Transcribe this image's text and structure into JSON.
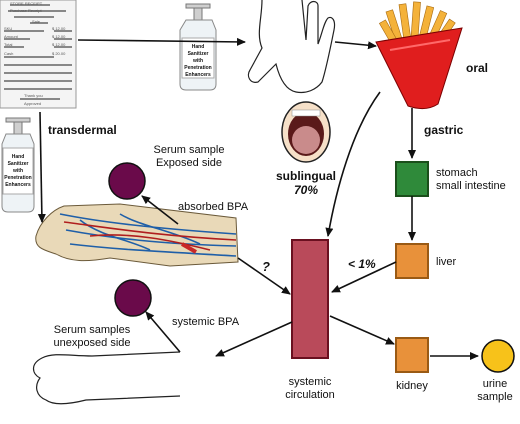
{
  "receipt": {
    "header_lines": [
      "STORE RECEIPT",
      "Purchase Receipt",
      "Sale"
    ],
    "rows": [
      [
        "SKU",
        "$ 12.00"
      ],
      [
        "Amount",
        "$ 12.00"
      ],
      [
        "Total",
        "$ 12.00"
      ],
      [
        "Cash",
        "$ 20.00"
      ]
    ],
    "footer_lines": [
      "Thank you",
      "Approved"
    ]
  },
  "bottle_label": [
    "Hand",
    "Sanitizer",
    "with",
    "Penetration",
    "Enhancers"
  ],
  "labels": {
    "transdermal": "transdermal",
    "oral": "oral",
    "gastric": "gastric",
    "sublingual": "sublingual",
    "sublingual_pct": "70%",
    "stomach_line1": "stomach",
    "stomach_line2": "small intestine",
    "liver": "liver",
    "less_than": "< 1%",
    "question": "?",
    "kidney": "kidney",
    "urine_line1": "urine",
    "urine_line2": "sample",
    "systemic_line1": "systemic",
    "systemic_line2": "circulation",
    "serum_exposed_line1": "Serum sample",
    "serum_exposed_line2": "Exposed side",
    "absorbed_bpa": "absorbed BPA",
    "systemic_bpa": "systemic BPA",
    "serum_unexposed_line1": "Serum samples",
    "serum_unexposed_line2": "unexposed side"
  },
  "colors": {
    "serum_circle": "#6a0a4a",
    "stomach_box": "#2f8a3a",
    "liver_box": "#e8913a",
    "kidney_box": "#e8913a",
    "urine_circle": "#f7c21a",
    "circulation_box": "#b94a5a",
    "fries_box": "#e01e1e",
    "fries": "#f4b23a"
  }
}
